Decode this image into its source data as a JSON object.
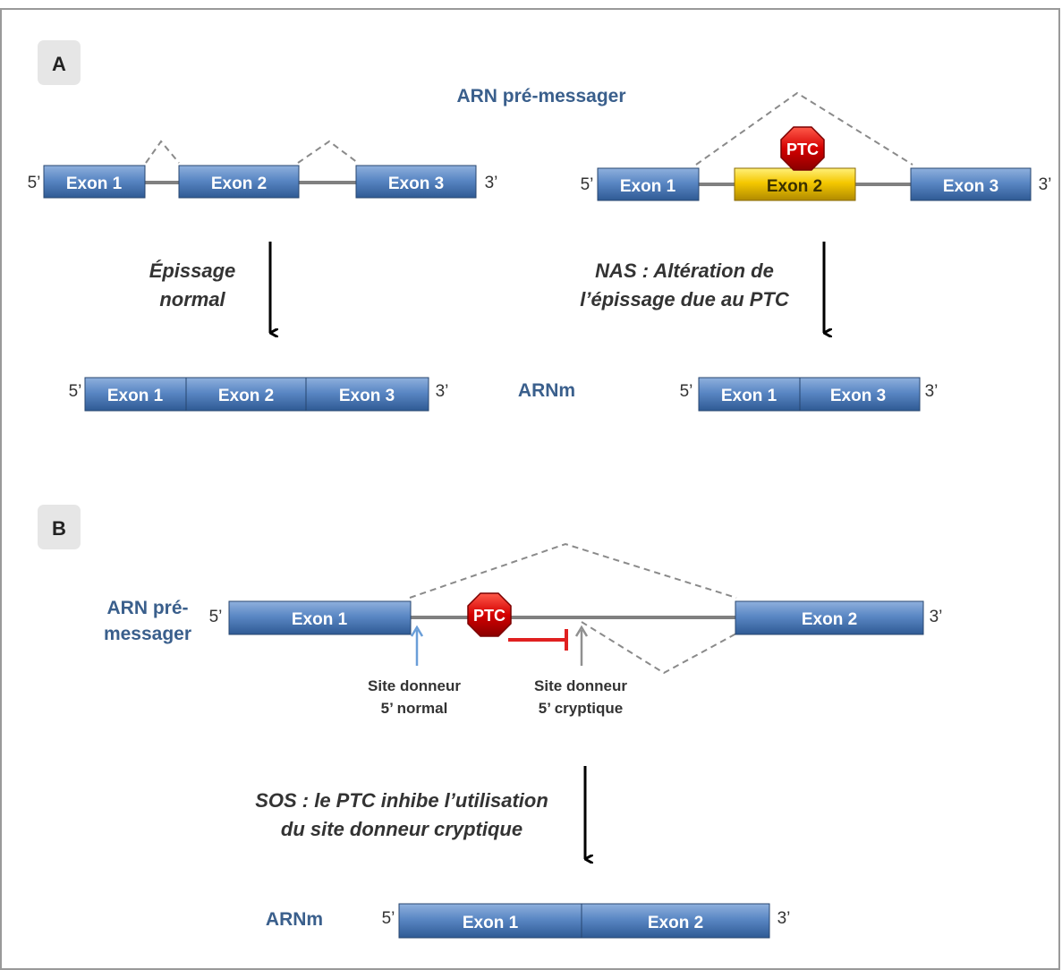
{
  "panel_a": {
    "letter": "A",
    "pre_mrna_label": "ARN pré-messager",
    "mrna_label": "ARNm",
    "normal": {
      "exons": [
        "Exon 1",
        "Exon 2",
        "Exon 3"
      ],
      "caption_line1": "Épissage",
      "caption_line2": "normal",
      "mrna_exons": [
        "Exon 1",
        "Exon 2",
        "Exon 3"
      ]
    },
    "nas": {
      "exons": [
        "Exon 1",
        "Exon 2",
        "Exon 3"
      ],
      "ptc": "PTC",
      "caption_line1": "NAS : Altération de",
      "caption_line2": "l’épissage due au PTC",
      "mrna_exons": [
        "Exon 1",
        "Exon 3"
      ]
    }
  },
  "panel_b": {
    "letter": "B",
    "pre_mrna_line1": "ARN pré-",
    "pre_mrna_line2": "messager",
    "exons": [
      "Exon 1",
      "Exon 2"
    ],
    "ptc": "PTC",
    "normal_site_line1": "Site donneur",
    "normal_site_line2": "5’ normal",
    "cryptic_site_line1": "Site donneur",
    "cryptic_site_line2": "5’ cryptique",
    "caption_line1": "SOS : le PTC inhibe l’utilisation",
    "caption_line2": "du site donneur cryptique",
    "mrna_label": "ARNm",
    "mrna_exons": [
      "Exon 1",
      "Exon 2"
    ]
  },
  "ends": {
    "five": "5’",
    "three": "3’"
  },
  "colors": {
    "exon_blue": "#4f81bd",
    "exon_yellow": "#f2c200",
    "ptc_red": "#d40000",
    "intron_gray": "#7f7f7f",
    "label_blue": "#3a5f8c"
  }
}
